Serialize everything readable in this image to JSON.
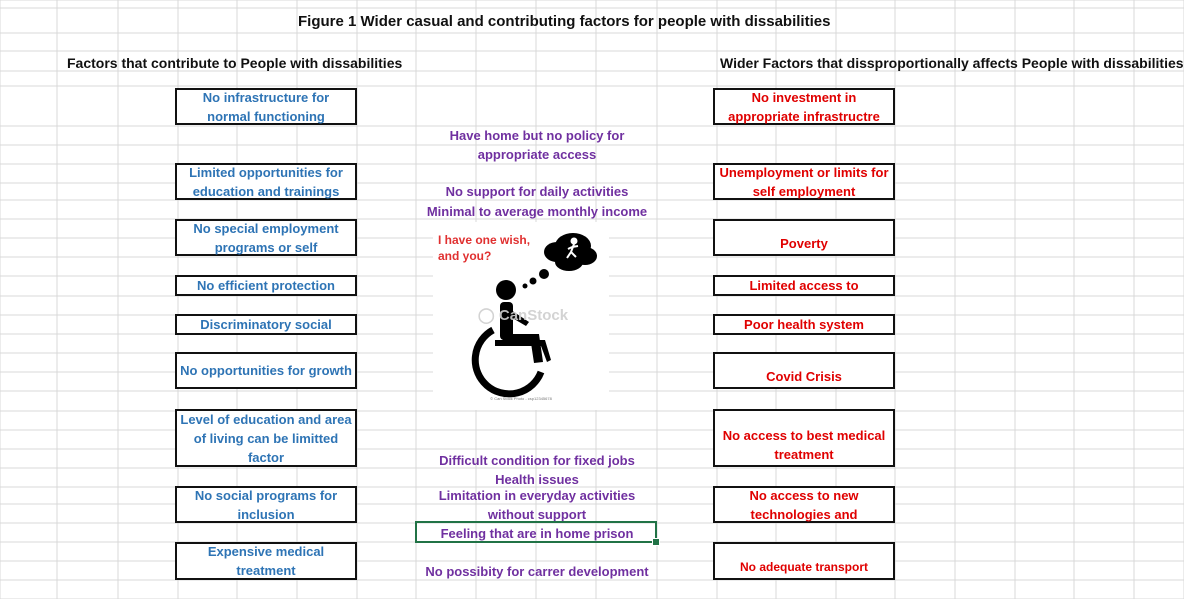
{
  "title": "Figure 1 Wider casual and contributing factors for people with dissabilities",
  "left_header": "Factors that contribute to People with dissabilities",
  "right_header": "Wider Factors that dissproportionally affects People with dissabilities",
  "left_boxes": [
    "No infrastructure for normal functioning",
    "Limited opportunities for education and trainings",
    "No special employment programs or self",
    "No efficient protection",
    "Discriminatory social",
    "No opportunities for growth",
    "Level of education and area of living can be limitted factor",
    "No social programs for inclusion",
    "Expensive medical treatment"
  ],
  "right_boxes": [
    "No investment in appropriate infrastructre",
    "Unemployment or limits for self employment",
    "Poverty",
    "Limited access to",
    "Poor health system",
    "Covid Crisis",
    "No access to best medical treatment",
    "No access to new technologies and",
    "No adequate transport"
  ],
  "middle_items": [
    "Have home but no policy for appropriate access",
    "No support for daily activities",
    "Minimal to average monthly income",
    "Difficult condition for fixed jobs",
    "Health issues",
    "Limitation in everyday activities without support",
    "Feeling that are in home prison",
    "No possibity for carrer development"
  ],
  "image": {
    "speech": "I have one wish, and you?",
    "watermark": "CanStock",
    "caption": "© Can Stock Photo - csp12345678",
    "icon": "wheelchair-person-icon"
  },
  "colors": {
    "left": "#2e74b5",
    "right": "#e00000",
    "middle": "#7030a0",
    "selection": "#217346"
  }
}
